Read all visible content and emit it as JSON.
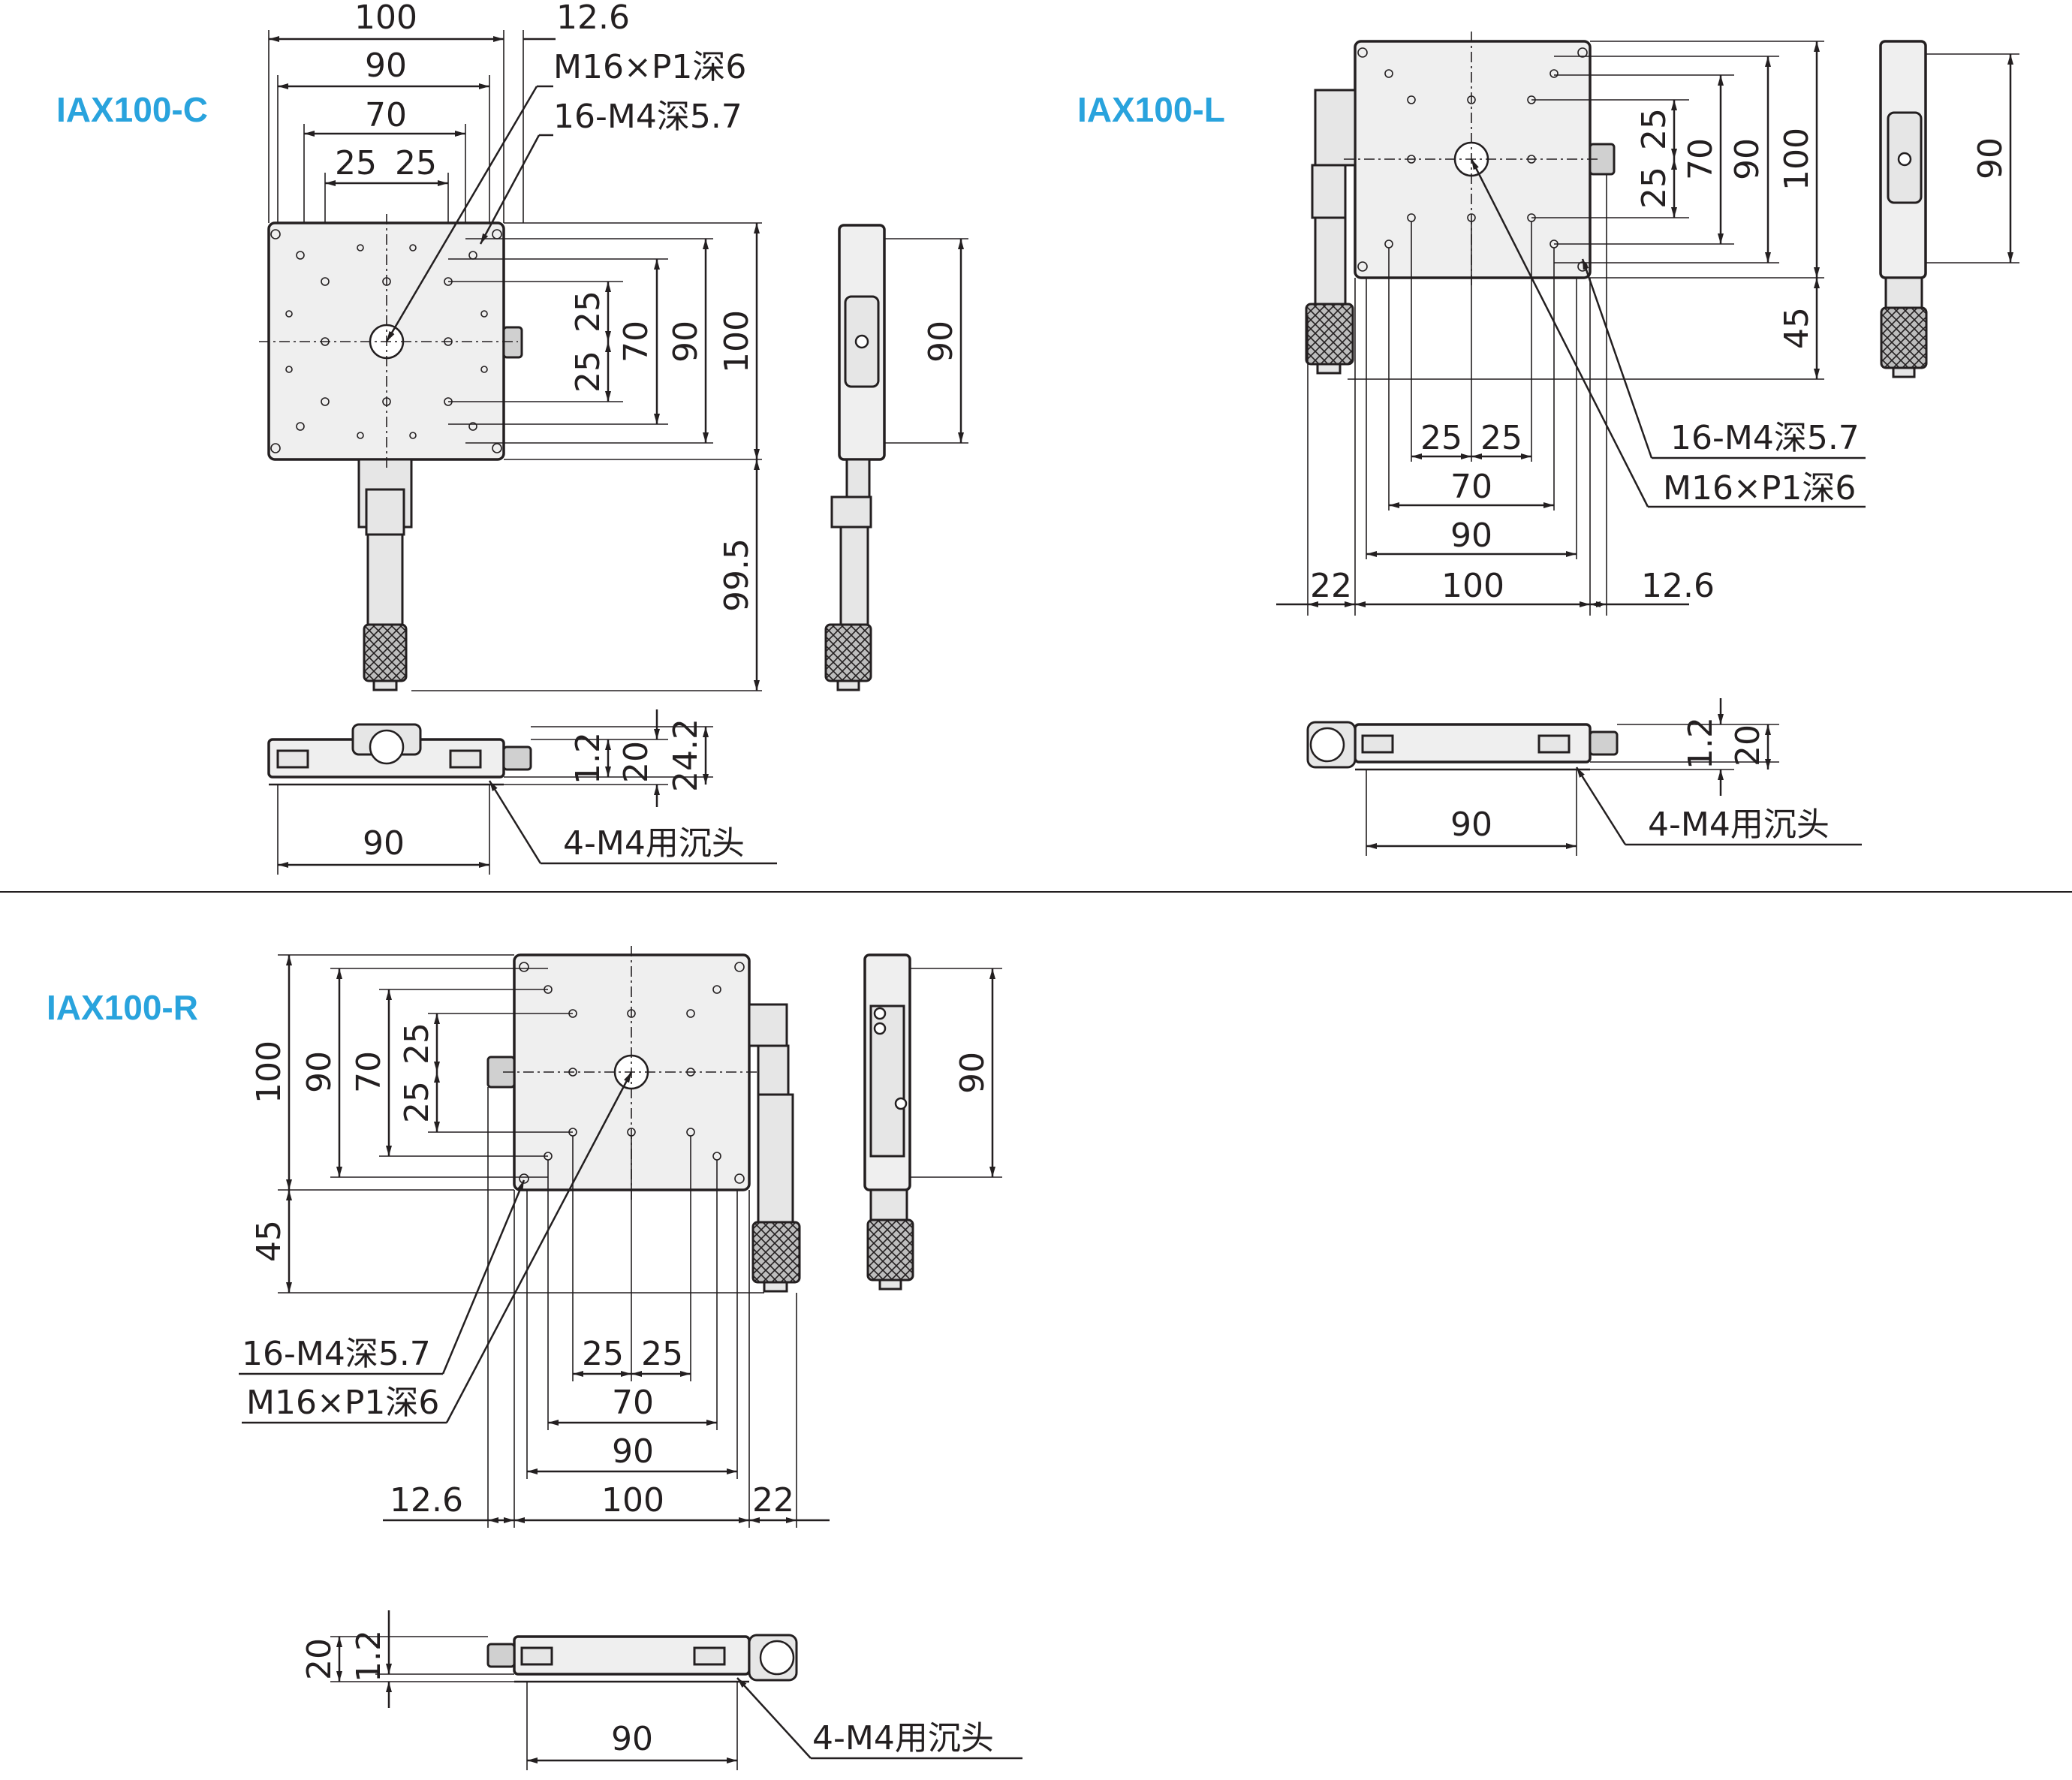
{
  "colors": {
    "title": "#29a3dd",
    "line": "#231f20",
    "body": "#efefef"
  },
  "views": {
    "c": {
      "title": "IAX100-C",
      "dims": {
        "w100": "100",
        "w90": "90",
        "w70": "70",
        "w25a": "25",
        "w25b": "25",
        "off": "12.6",
        "v25a": "25",
        "v25b": "25",
        "v70": "70",
        "v90": "90",
        "v100": "100",
        "v995": "99.5",
        "side90": "90",
        "f12": "1.2",
        "f20": "20",
        "f242": "24.2",
        "f90": "90"
      },
      "notes": {
        "m16": "M16×P1深6",
        "m4": "16-M4深5.7",
        "cs": "4-M4用沉头"
      }
    },
    "l": {
      "title": "IAX100-L",
      "dims": {
        "v25a": "25",
        "v25b": "25",
        "v70": "70",
        "v90": "90",
        "v100": "100",
        "v45": "45",
        "side90": "90",
        "h25a": "25",
        "h25b": "25",
        "h70": "70",
        "h90": "90",
        "h22": "22",
        "h100": "100",
        "h126": "12.6",
        "f12": "1.2",
        "f20": "20",
        "f90": "90"
      },
      "notes": {
        "m4": "16-M4深5.7",
        "m16": "M16×P1深6",
        "cs": "4-M4用沉头"
      }
    },
    "r": {
      "title": "IAX100-R",
      "dims": {
        "v100": "100",
        "v90": "90",
        "v70": "70",
        "v25a": "25",
        "v25b": "25",
        "v45": "45",
        "side90": "90",
        "h25a": "25",
        "h25b": "25",
        "h70": "70",
        "h90": "90",
        "h126": "12.6",
        "h100": "100",
        "h22": "22",
        "f20": "20",
        "f12": "1.2",
        "f90": "90"
      },
      "notes": {
        "m4": "16-M4深5.7",
        "m16": "M16×P1深6",
        "cs": "4-M4用沉头"
      }
    }
  }
}
